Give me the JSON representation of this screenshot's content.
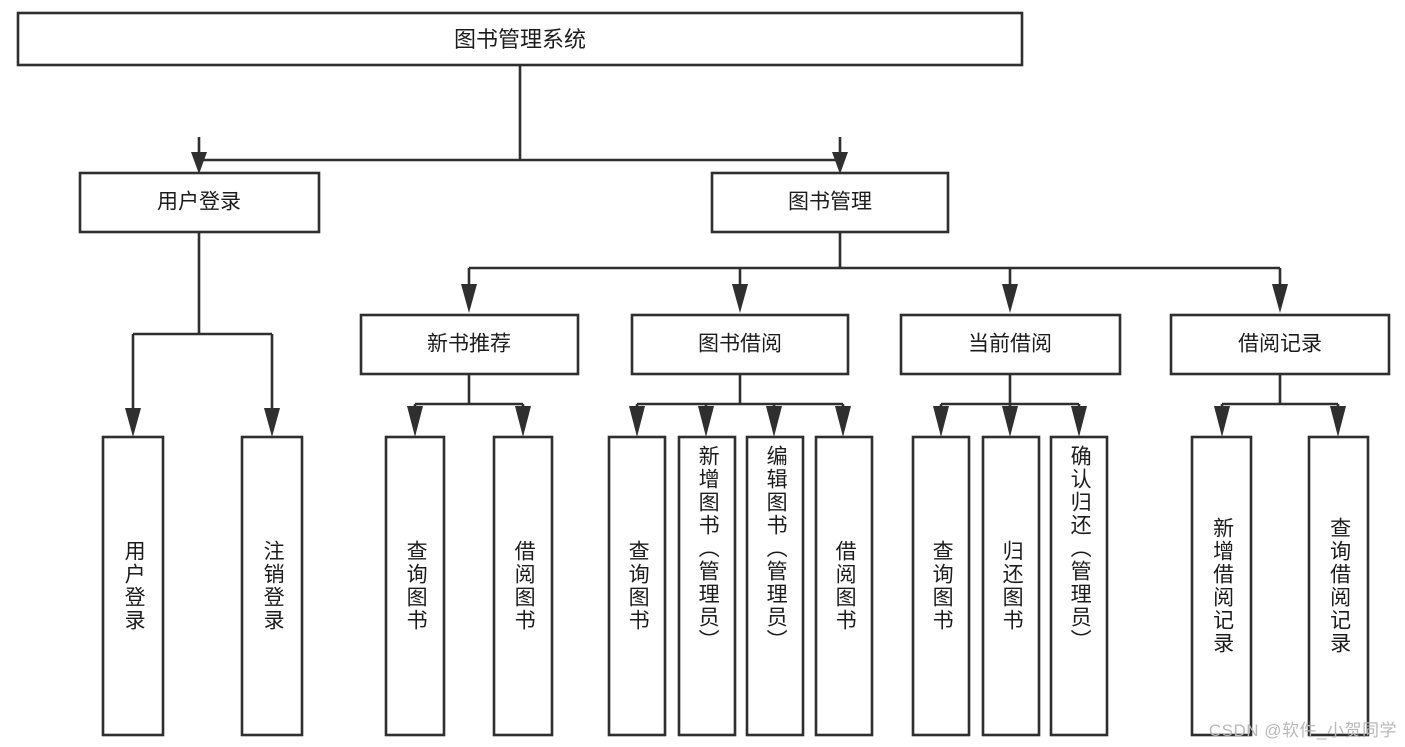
{
  "diagram": {
    "type": "tree-hierarchy",
    "title": "图书管理系统",
    "watermark": "CSDN @软件_小贺同学",
    "colors": {
      "stroke": "#2f2f2f",
      "fill": "#ffffff",
      "text": "#1c1c1c",
      "watermark": "#b9b9b9",
      "background": "#ffffff"
    },
    "root": {
      "label": "图书管理系统"
    },
    "level2": [
      {
        "label": "用户登录"
      },
      {
        "label": "图书管理"
      }
    ],
    "level3": [
      {
        "label": "新书推荐"
      },
      {
        "label": "图书借阅"
      },
      {
        "label": "当前借阅"
      },
      {
        "label": "借阅记录"
      }
    ],
    "leaves": {
      "user_login": [
        {
          "label": "用户登录"
        },
        {
          "label": "注销登录"
        }
      ],
      "new_book": [
        {
          "label": "查询图书"
        },
        {
          "label": "借阅图书"
        }
      ],
      "book_borrow": [
        {
          "label": "查询图书"
        },
        {
          "label": "新增图书（管理员）"
        },
        {
          "label": "编辑图书（管理员）"
        },
        {
          "label": "借阅图书"
        }
      ],
      "current_borrow": [
        {
          "label": "查询图书"
        },
        {
          "label": "归还图书"
        },
        {
          "label": "确认归还（管理员）"
        }
      ],
      "borrow_record": [
        {
          "label": "新增借阅记录"
        },
        {
          "label": "查询借阅记录"
        }
      ]
    }
  }
}
